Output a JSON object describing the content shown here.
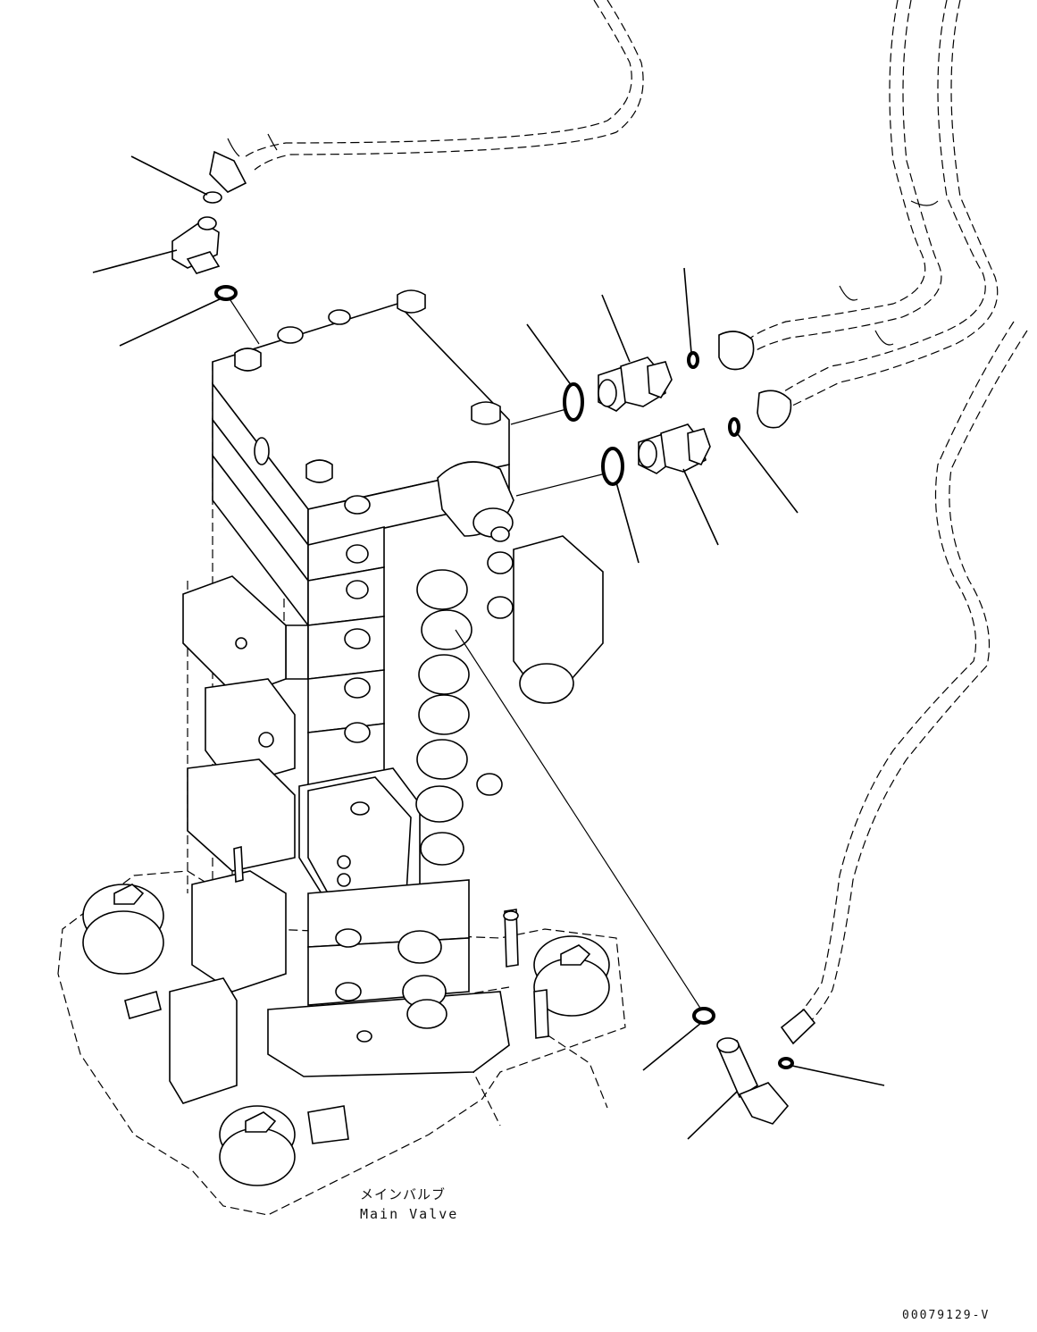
{
  "main_label": {
    "japanese": "メインバルブ",
    "english": "Main Valve"
  },
  "document_number": "00079129-V",
  "parts": [
    {
      "name": "o-ring-top-left"
    },
    {
      "name": "elbow-fitting-top-left"
    },
    {
      "name": "o-ring-upper-port"
    },
    {
      "name": "o-ring-fitting-upper"
    },
    {
      "name": "adapter-fitting-upper"
    },
    {
      "name": "o-ring-hose-upper"
    },
    {
      "name": "o-ring-hose-lower"
    },
    {
      "name": "adapter-fitting-lower"
    },
    {
      "name": "o-ring-fitting-lower"
    },
    {
      "name": "o-ring-lower-right"
    },
    {
      "name": "elbow-fitting-lower-right"
    },
    {
      "name": "o-ring-hose-lower-right"
    }
  ]
}
